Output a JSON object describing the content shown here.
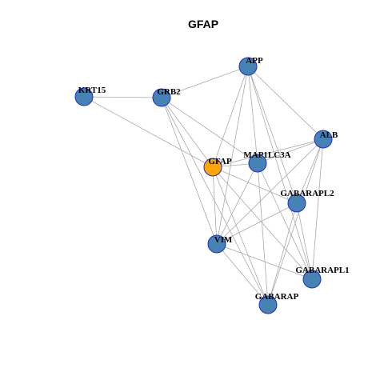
{
  "title": "GFAP",
  "colors": {
    "node_default": "#4682b4",
    "node_focus": "#ffa500",
    "node_border": "#1a2fd1",
    "edge": "#aaaaaa"
  },
  "nodes": [
    {
      "id": "APP",
      "label": "APP",
      "focus": false
    },
    {
      "id": "KRT15",
      "label": "KRT15",
      "focus": false
    },
    {
      "id": "GRB2",
      "label": "GRB2",
      "focus": false
    },
    {
      "id": "ALB",
      "label": "ALB",
      "focus": false
    },
    {
      "id": "MAP1LC3A",
      "label": "MAP1LC3A",
      "focus": false
    },
    {
      "id": "GFAP",
      "label": "GFAP",
      "focus": true
    },
    {
      "id": "GABARAPL2",
      "label": "GABARAPL2",
      "focus": false
    },
    {
      "id": "VIM",
      "label": "VIM",
      "focus": false
    },
    {
      "id": "GABARAPL1",
      "label": "GABARAPL1",
      "focus": false
    },
    {
      "id": "GABARAP",
      "label": "GABARAP",
      "focus": false
    }
  ],
  "edges": [
    [
      "APP",
      "GRB2"
    ],
    [
      "APP",
      "ALB"
    ],
    [
      "APP",
      "GFAP"
    ],
    [
      "APP",
      "MAP1LC3A"
    ],
    [
      "APP",
      "VIM"
    ],
    [
      "APP",
      "GABARAPL2"
    ],
    [
      "APP",
      "GABARAPL1"
    ],
    [
      "KRT15",
      "GRB2"
    ],
    [
      "KRT15",
      "GFAP"
    ],
    [
      "GRB2",
      "MAP1LC3A"
    ],
    [
      "GRB2",
      "GFAP"
    ],
    [
      "GRB2",
      "VIM"
    ],
    [
      "GRB2",
      "GABARAP"
    ],
    [
      "ALB",
      "GFAP"
    ],
    [
      "ALB",
      "MAP1LC3A"
    ],
    [
      "ALB",
      "GABARAPL2"
    ],
    [
      "ALB",
      "GABARAPL1"
    ],
    [
      "ALB",
      "GABARAP"
    ],
    [
      "ALB",
      "VIM"
    ],
    [
      "GFAP",
      "MAP1LC3A"
    ],
    [
      "GFAP",
      "VIM"
    ],
    [
      "GFAP",
      "GABARAPL2"
    ],
    [
      "GFAP",
      "GABARAPL1"
    ],
    [
      "GFAP",
      "GABARAP"
    ],
    [
      "MAP1LC3A",
      "VIM"
    ],
    [
      "MAP1LC3A",
      "GABARAPL1"
    ],
    [
      "MAP1LC3A",
      "GABARAP"
    ],
    [
      "GABARAPL2",
      "VIM"
    ],
    [
      "GABARAPL2",
      "GABARAP"
    ],
    [
      "GABARAPL2",
      "GABARAPL1"
    ],
    [
      "VIM",
      "GABARAPL1"
    ],
    [
      "VIM",
      "GABARAP"
    ]
  ]
}
